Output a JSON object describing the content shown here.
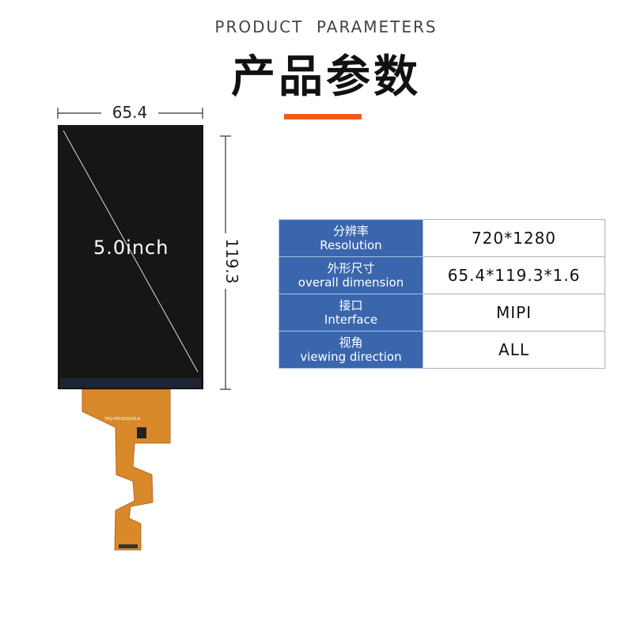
{
  "header": {
    "subtitle": "PRODUCT  PARAMETERS",
    "title": "产品参数"
  },
  "product": {
    "width": "65.4",
    "height": "119.3",
    "size": "5.0inch",
    "fpc_label": "TPG-FPC050019-A"
  },
  "table": [
    {
      "cn": "分辨率",
      "en": "Resolution",
      "value": "720*1280"
    },
    {
      "cn": "外形尺寸",
      "en": "overall dimension",
      "value": "65.4*119.3*1.6"
    },
    {
      "cn": "接口",
      "en": "Interface",
      "value": "MIPI"
    },
    {
      "cn": "视角",
      "en": "viewing direction",
      "value": "ALL"
    }
  ],
  "colors": {
    "accent": "#f05a1a",
    "table_header": "#3a66ad",
    "fpc": "#d8892a"
  }
}
